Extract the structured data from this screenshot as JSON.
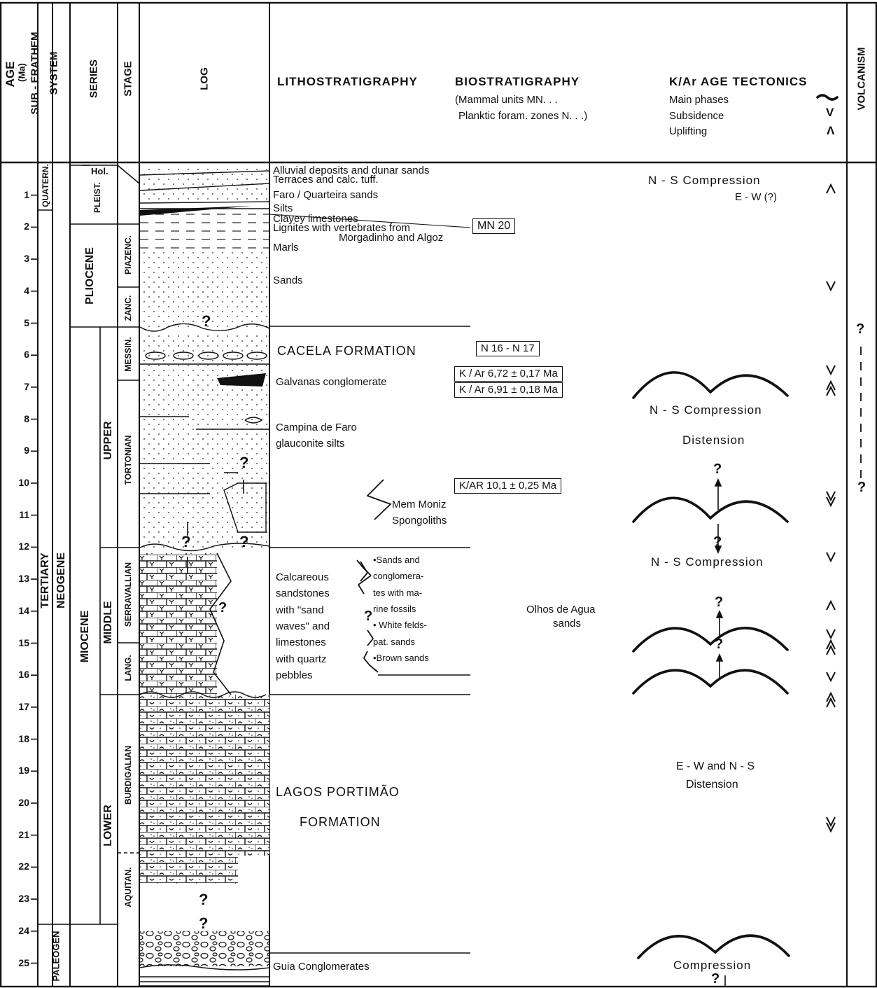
{
  "header": {
    "age": "AGE",
    "age_unit": "(Ma)",
    "sub_erathem": "SUB - ERATHEM",
    "system": "SYSTEM",
    "series": "SERIES",
    "stage": "STAGE",
    "log": "LOG",
    "lithostratigraphy": "LITHOSTRATIGRAPHY",
    "biostratigraphy": "BIOSTRATIGRAPHY",
    "bio_line1": "(Mammal units MN. . .",
    "bio_line2": "Planktic foram. zones N. . .)",
    "kar_age_tectonics": "K/Ar  AGE  TECTONICS",
    "main_phases": "Main phases",
    "subsidence": "Subsidence",
    "uplifting": "Uplifting",
    "volcanism": "VOLCANISM"
  },
  "age_ticks": [
    "1",
    "2",
    "3",
    "4",
    "5",
    "6",
    "7",
    "8",
    "9",
    "10",
    "11",
    "12",
    "13",
    "14",
    "15",
    "16",
    "17",
    "18",
    "19",
    "20",
    "21",
    "22",
    "23",
    "24",
    "25"
  ],
  "units": {
    "quatern": "QUATERN.",
    "tertiary": "TERTIARY",
    "paleogen": "PALEOGEN",
    "neogene": "NEOGENE",
    "hol": "Hol.",
    "pleist": "PLEIST.",
    "pliocene": "PLIOCENE",
    "miocene": "MIOCENE",
    "upper": "UPPER",
    "middle": "MIDDLE",
    "lower": "LOWER",
    "piazenc": "PIAZENC.",
    "zanc": "ZANC.",
    "messin": "MESSIN.",
    "tortonian": "TORTONIAN",
    "serravallian": "SERRAVALLIAN",
    "lang": "LANG.",
    "burdigalian": "BURDIGALIAN",
    "aquitan": "AQUITAN."
  },
  "litho": {
    "alluvial": "Alluvial deposits and dunar sands",
    "terraces": "Terraces and calc. tuff.",
    "faro": "Faro / Quarteira sands",
    "silts": "Silts",
    "clayey": "Clayey limestones",
    "lignites": "Lignites with vertebrates  from",
    "morgadinho": "Morgadinho and Algoz",
    "marls": "Marls",
    "sands": "Sands",
    "cacela": "CACELA  FORMATION",
    "galvanas": "Galvanas  conglomerate",
    "campina1": "Campina de Faro",
    "campina2": "glauconite silts",
    "mem1": "Mem Moniz",
    "mem2": "Spongoliths",
    "calc": [
      "Calcareous",
      "sandstones",
      "with \"sand",
      "waves\" and",
      "limestones",
      "with quartz",
      "pebbles"
    ],
    "right": [
      "•Sands  and",
      "conglomera-",
      "tes with ma-",
      "rine fossils",
      "• White felds-",
      "pat. sands",
      "•Brown sands"
    ],
    "olhos1": "Olhos de Agua",
    "olhos2": "sands",
    "lagos": "LAGOS   PORTIMÃO",
    "formation": "FORMATION",
    "guia": "Guia Conglomerates"
  },
  "boxes": {
    "mn20": "MN 20",
    "n16": "N 16 - N 17",
    "kar1": "K / Ar  6,72 ± 0,17  Ma",
    "kar2": "K / Ar  6,91 ± 0,18  Ma",
    "kar3": "K/AR  10,1 ± 0,25  Ma"
  },
  "tectonics": {
    "ns1": "N - S   Compression",
    "ew": "E - W (?)",
    "ns2": "N - S  Compression",
    "distension": "Distension",
    "ns3": "N - S  Compression",
    "ewns1": "E - W and N - S",
    "ewns2": "Distension",
    "compression": "Compression"
  },
  "symbols": {
    "q": "?"
  }
}
